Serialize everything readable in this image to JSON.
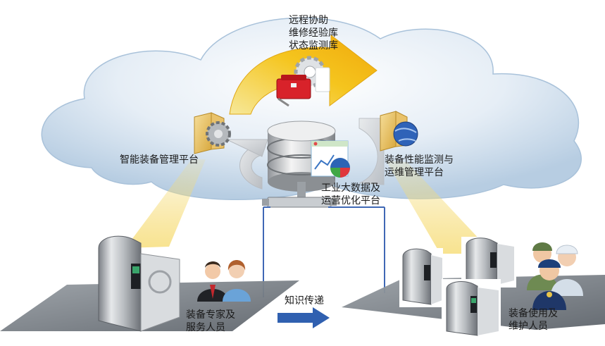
{
  "labels": {
    "remote": [
      "远程协助",
      "维修经验库",
      "状态监测库"
    ],
    "smart_platform": "智能装备管理平台",
    "monitor_platform": [
      "装备性能监测与",
      "运维管理平台"
    ],
    "bigdata_platform": [
      "工业大数据及",
      "运营优化平台"
    ],
    "experts": [
      "装备专家及",
      "服务人员"
    ],
    "knowledge": "知识传递",
    "users": [
      "装备使用及",
      "维护人员"
    ]
  },
  "colors": {
    "cloud": "#c9dcec",
    "arrow_yellow": "#f4c21c",
    "arrow_grey": "#d3d6d9",
    "beam": "#f8e8a8",
    "connector": "#3f68b5",
    "knowledge_arrow": "#3060b0"
  },
  "icons": [
    "folder-gear-icon",
    "toolbox-gear-icon",
    "folder-globe-icon",
    "database-icon",
    "chart-window-icon",
    "machine-icon",
    "expert-people-icon",
    "user-people-icon"
  ]
}
